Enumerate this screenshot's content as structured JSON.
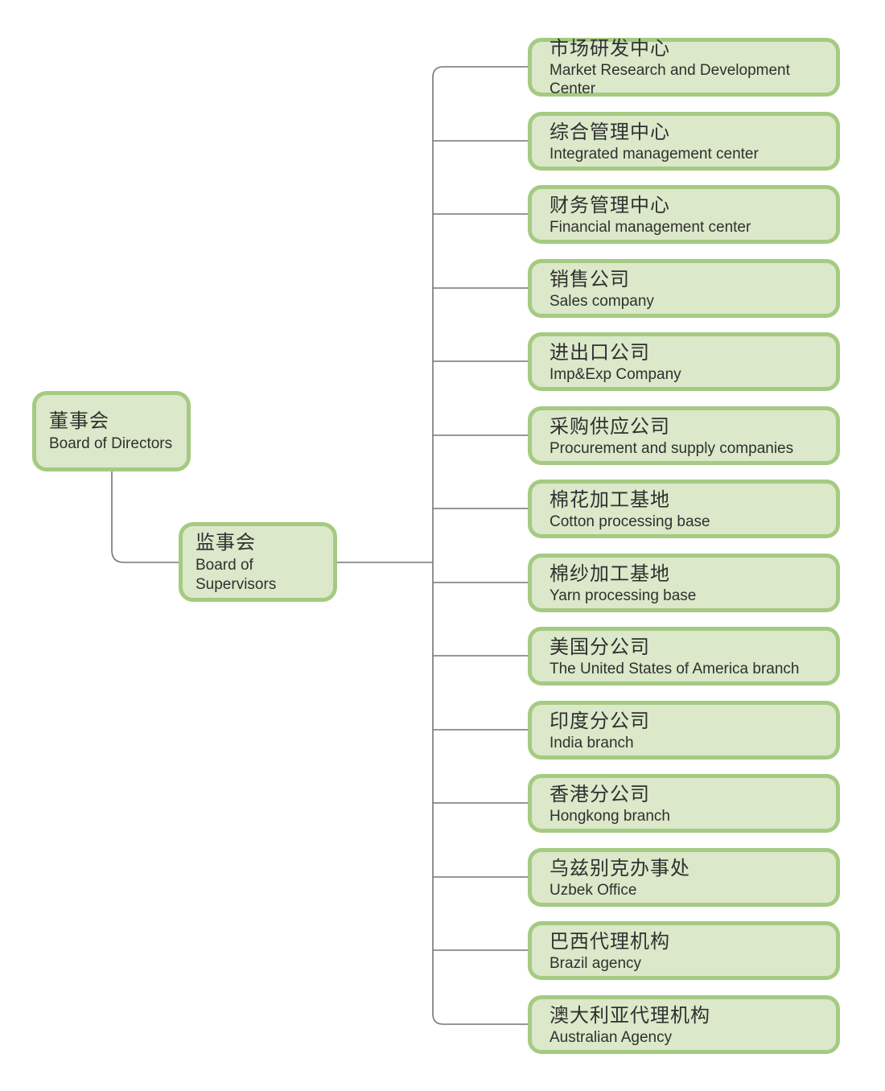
{
  "chart": {
    "root": {
      "zh": "董事会",
      "en": "Board of Directors"
    },
    "supervisor": {
      "zh": "监事会",
      "en": "Board of Supervisors"
    },
    "departments": [
      {
        "zh": "市场研发中心",
        "en": "Market Research and Development Center"
      },
      {
        "zh": "综合管理中心",
        "en": "Integrated management center"
      },
      {
        "zh": "财务管理中心",
        "en": "Financial management center"
      },
      {
        "zh": "销售公司",
        "en": "Sales company"
      },
      {
        "zh": "进出口公司",
        "en": "Imp&Exp Company"
      },
      {
        "zh": "采购供应公司",
        "en": "Procurement and supply companies"
      },
      {
        "zh": "棉花加工基地",
        "en": "Cotton processing base"
      },
      {
        "zh": "棉纱加工基地",
        "en": "Yarn processing base"
      },
      {
        "zh": "美国分公司",
        "en": "The United States of America branch"
      },
      {
        "zh": "印度分公司",
        "en": "India branch"
      },
      {
        "zh": "香港分公司",
        "en": "Hongkong branch"
      },
      {
        "zh": "乌兹别克办事处",
        "en": "Uzbek Office"
      },
      {
        "zh": "巴西代理机构",
        "en": "Brazil agency"
      },
      {
        "zh": "澳大利亚代理机构",
        "en": "Australian Agency"
      }
    ]
  },
  "colors": {
    "box_fill": "#dbe8c9",
    "box_border": "#a5ca82",
    "line": "#757577",
    "text": "#303030",
    "background": "#ffffff"
  }
}
